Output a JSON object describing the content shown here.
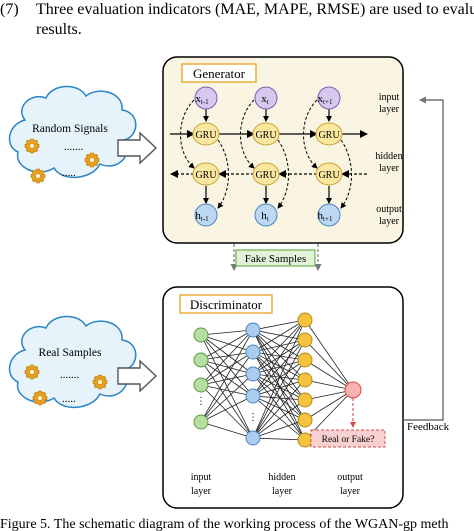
{
  "top_text": {
    "number": "(7)",
    "line1": "Three evaluation indicators (MAE, MAPE, RMSE) are used to evalua",
    "line2": "results."
  },
  "generator": {
    "title": "Generator",
    "inputs": [
      "x",
      "x",
      "x"
    ],
    "input_subs": [
      "t-1",
      "t",
      "t+1"
    ],
    "gru_label": "GRU",
    "outputs": [
      "h",
      "h",
      "h"
    ],
    "output_subs": [
      "t-1",
      "t",
      "t+1"
    ],
    "layer_labels": {
      "input": [
        "input",
        "layer"
      ],
      "hidden": [
        "hidden",
        "layer"
      ],
      "output": [
        "output",
        "layer"
      ]
    }
  },
  "random_signals": {
    "label": "Random Signals"
  },
  "real_samples": {
    "label": "Real Samples"
  },
  "fake_samples": {
    "label": "Fake Samples"
  },
  "discriminator": {
    "title": "Discriminator",
    "real_or_fake": "Real or Fake?",
    "layer_labels": {
      "input": [
        "input",
        "layer"
      ],
      "hidden": [
        "hidden",
        "layer"
      ],
      "output": [
        "output",
        "layer"
      ]
    }
  },
  "feedback": {
    "label": "Feedback"
  },
  "caption": {
    "text": "Figure 5. The schematic diagram of the working process of the WGAN-gp meth"
  },
  "colors": {
    "generator_bg": "#faf5e2",
    "generator_title_border": "#e8a92c",
    "discriminator_title_border": "#e8a92c",
    "cloud_fill": "#e6f3fb",
    "cloud_stroke": "#2b84c4",
    "input_node": "#d7c8ef",
    "gru_node": "#fbe7a0",
    "output_node": "#bcd8f3",
    "disc_input_node": "#b5dea0",
    "disc_hidden_node": "#a9cdef",
    "disc_mid_node": "#f5c43a",
    "disc_out_node": "#f8b3b0",
    "fake_box": "#e2f2d8",
    "fake_box_border": "#6ab04c",
    "real_or_fake_fill": "#f9d0d0",
    "real_or_fake_border": "#d94a4a",
    "gear": "#e6a21f"
  }
}
